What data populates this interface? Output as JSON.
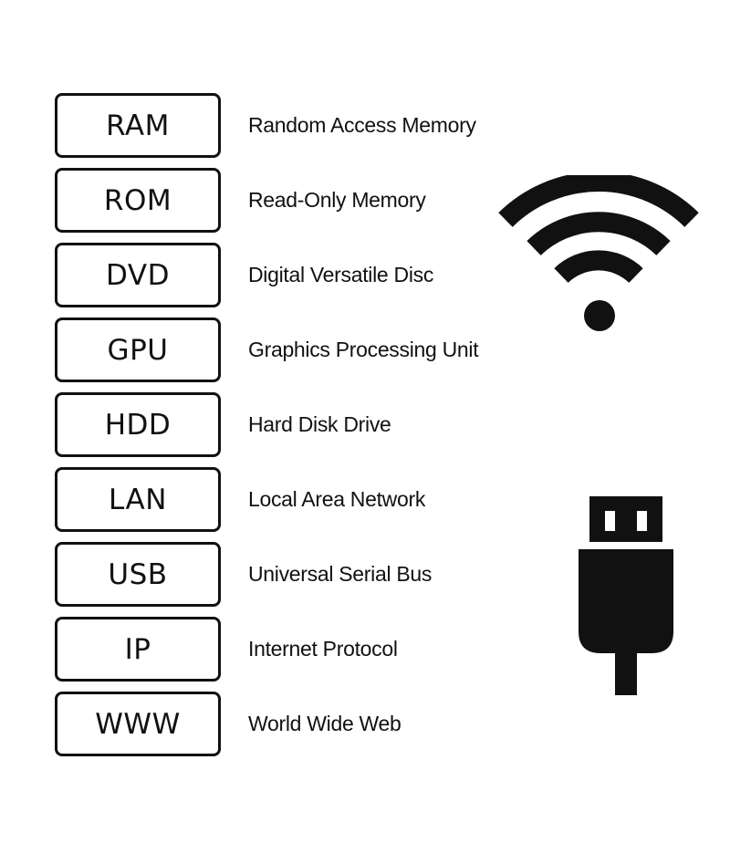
{
  "acronyms": [
    {
      "abbr": "RAM",
      "full": "Random Access Memory"
    },
    {
      "abbr": "ROM",
      "full": "Read-Only Memory"
    },
    {
      "abbr": "DVD",
      "full": "Digital Versatile Disc"
    },
    {
      "abbr": "GPU",
      "full": "Graphics Processing Unit"
    },
    {
      "abbr": "HDD",
      "full": "Hard Disk Drive"
    },
    {
      "abbr": "LAN",
      "full": "Local Area Network"
    },
    {
      "abbr": "USB",
      "full": "Universal Serial Bus"
    },
    {
      "abbr": "IP",
      "full": "Internet Protocol"
    },
    {
      "abbr": "WWW",
      "full": "World Wide Web"
    }
  ],
  "icons": {
    "wifi": "wifi-icon",
    "usb": "usb-plug-icon"
  },
  "colors": {
    "ink": "#111111",
    "background": "#ffffff"
  }
}
